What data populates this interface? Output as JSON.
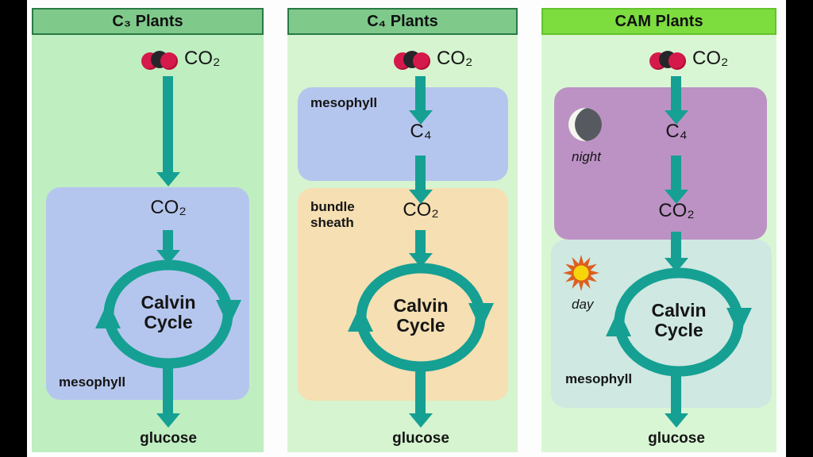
{
  "colors": {
    "arrow_teal": "#15a093",
    "header_green": "#7fca8b",
    "cam_header_green": "#7ddc3e",
    "mesophyll_blue": "#b5c6ee",
    "bundle_sheath_orange": "#f6dfb2",
    "night_purple": "#bc92c4",
    "day_cyan": "#cfe8e2",
    "co2_red": "#d6194b"
  },
  "panels": [
    {
      "title": "C₃ Plants",
      "co2": "CO₂",
      "inner_co2": "CO₂",
      "cycle": "Calvin Cycle",
      "region": "mesophyll",
      "output": "glucose"
    },
    {
      "title": "C₄ Plants",
      "co2": "CO₂",
      "mesophyll": "mesophyll",
      "c4": "C₄",
      "region": "bundle sheath",
      "inner_co2": "CO₂",
      "cycle": "Calvin Cycle",
      "output": "glucose"
    },
    {
      "title": "CAM Plants",
      "co2": "CO₂",
      "night": "night",
      "c4": "C₄",
      "inner_co2": "CO₂",
      "day": "day",
      "cycle": "Calvin Cycle",
      "region": "mesophyll",
      "output": "glucose"
    }
  ]
}
